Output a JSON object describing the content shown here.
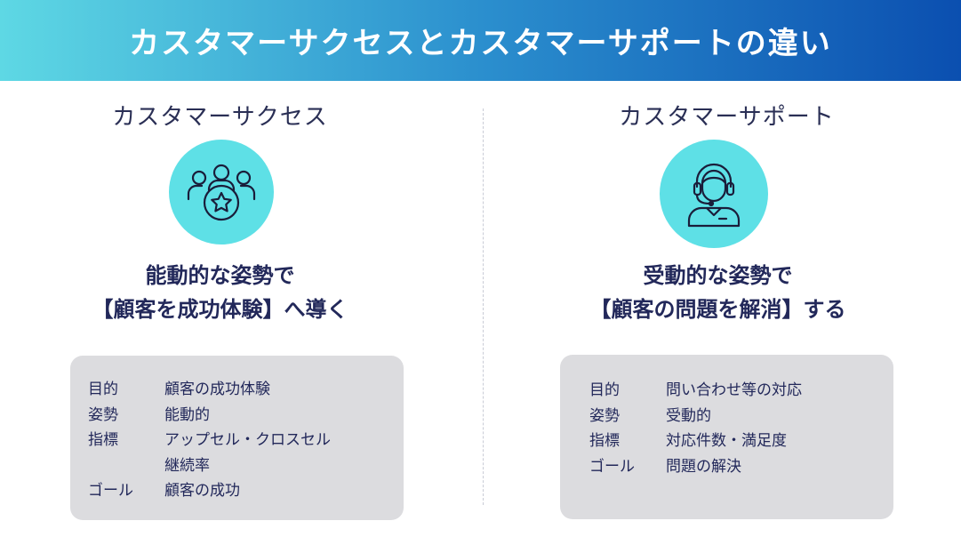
{
  "title": "カスタマーサクセスとカスタマーサポートの違い",
  "left": {
    "heading": "カスタマーサクセス",
    "icon": "team-star-icon",
    "tagline_line1": "能動的な姿勢で",
    "tagline_line2": "【顧客を成功体験】へ導く",
    "rows": [
      {
        "label": "目的",
        "value": "顧客の成功体験"
      },
      {
        "label": "姿勢",
        "value": "能動的"
      },
      {
        "label": "指標",
        "value": "アップセル・クロスセル"
      },
      {
        "label": "",
        "value": "継続率"
      },
      {
        "label": "ゴール",
        "value": "顧客の成功"
      }
    ]
  },
  "right": {
    "heading": "カスタマーサポート",
    "icon": "headset-operator-icon",
    "tagline_line1": "受動的な姿勢で",
    "tagline_line2": "【顧客の問題を解消】する",
    "rows": [
      {
        "label": "目的",
        "value": "問い合わせ等の対応"
      },
      {
        "label": "姿勢",
        "value": "受動的"
      },
      {
        "label": "指標",
        "value": "対応件数・満足度"
      },
      {
        "label": "ゴール",
        "value": "問題の解決"
      }
    ]
  },
  "colors": {
    "banner_start": "#5ed8e4",
    "banner_end": "#0b4fb0",
    "icon_bg": "#5ee0e6",
    "box_bg": "#dcdcdf",
    "text": "#22285a"
  }
}
